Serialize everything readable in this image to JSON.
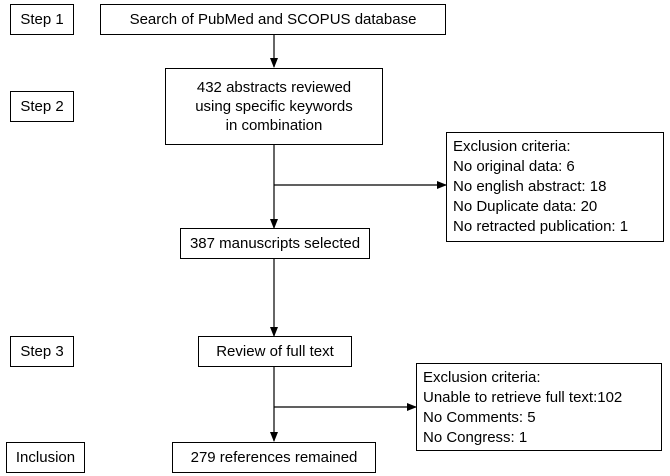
{
  "steps": {
    "step1": "Step 1",
    "step2": "Step 2",
    "step3": "Step 3",
    "inclusion": "Inclusion"
  },
  "boxes": {
    "search": "Search of PubMed and SCOPUS database",
    "abstracts_line1": "432 abstracts reviewed",
    "abstracts_line2": "using specific keywords",
    "abstracts_line3": "in combination",
    "manuscripts": "387 manuscripts selected",
    "review": "Review of full text",
    "remained": "279 references remained"
  },
  "exclusion1": {
    "title": "Exclusion criteria:",
    "items": [
      "No original data: 6",
      "No english abstract: 18",
      "No Duplicate data: 20",
      "No retracted publication: 1"
    ]
  },
  "exclusion2": {
    "title": "Exclusion criteria:",
    "items": [
      "Unable to retrieve full text:102",
      "No Comments: 5",
      "No Congress: 1"
    ]
  }
}
